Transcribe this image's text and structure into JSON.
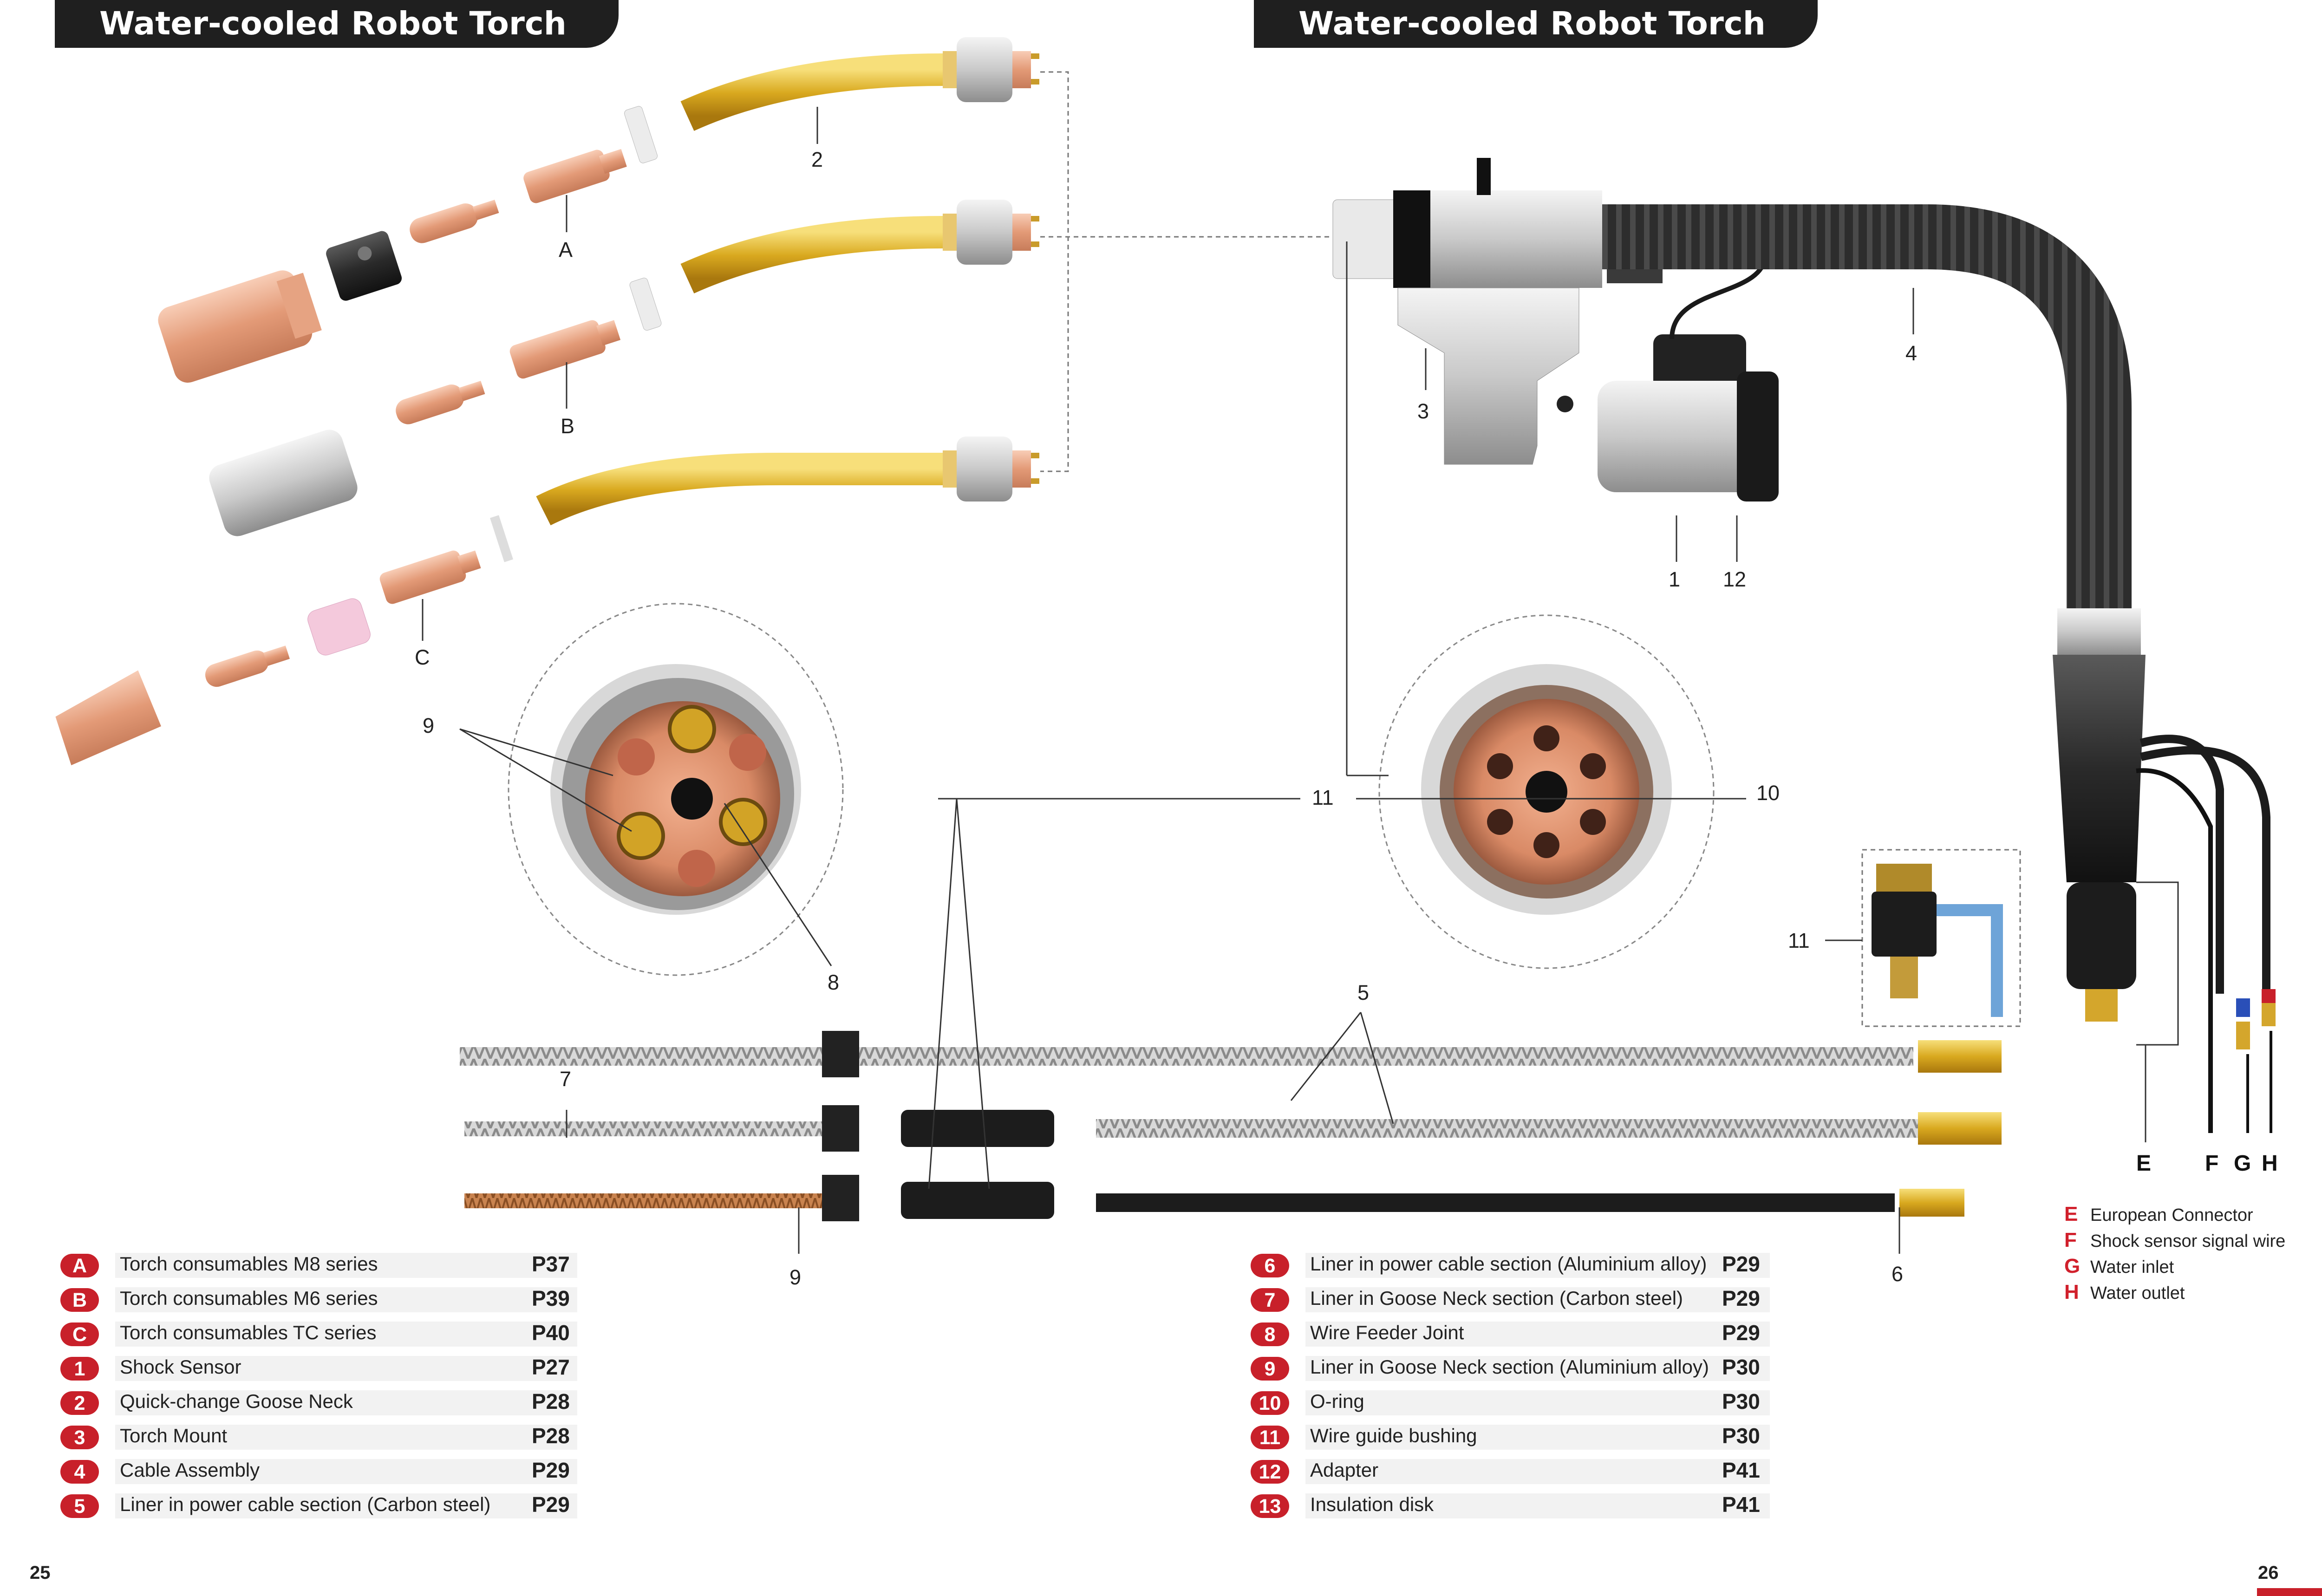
{
  "header": {
    "left_title": "Water-cooled Robot Torch",
    "right_title": "Water-cooled Robot Torch"
  },
  "callouts": {
    "n1": "1",
    "n2": "2",
    "n3": "3",
    "n4": "4",
    "n5": "5",
    "n6": "6",
    "n7": "7",
    "n8": "8",
    "n9a": "9",
    "n9b": "9",
    "n10": "10",
    "n11a": "11",
    "n11b": "11",
    "n12": "12",
    "la": "A",
    "lb": "B",
    "lc": "C",
    "le": "E",
    "lf": "F",
    "lg": "G",
    "lh": "H"
  },
  "parts_left": [
    {
      "code": "A",
      "name": "Torch consumables M8 series",
      "page": "P37"
    },
    {
      "code": "B",
      "name": "Torch consumables M6 series",
      "page": "P39"
    },
    {
      "code": "C",
      "name": "Torch consumables TC series",
      "page": "P40"
    },
    {
      "code": "1",
      "name": "Shock Sensor",
      "page": "P27"
    },
    {
      "code": "2",
      "name": "Quick-change Goose Neck",
      "page": "P28"
    },
    {
      "code": "3",
      "name": "Torch Mount",
      "page": "P28"
    },
    {
      "code": "4",
      "name": "Cable Assembly",
      "page": "P29"
    },
    {
      "code": "5",
      "name": "Liner in power cable section (Carbon steel)",
      "page": "P29"
    }
  ],
  "parts_right": [
    {
      "code": "6",
      "name": "Liner in power cable section (Aluminium alloy)",
      "page": "P29"
    },
    {
      "code": "7",
      "name": "Liner in Goose Neck section (Carbon steel)",
      "page": "P29"
    },
    {
      "code": "8",
      "name": "Wire Feeder Joint",
      "page": "P29"
    },
    {
      "code": "9",
      "name": "Liner in Goose Neck section (Aluminium alloy)",
      "page": "P30"
    },
    {
      "code": "10",
      "name": "O-ring",
      "page": "P30"
    },
    {
      "code": "11",
      "name": "Wire guide bushing",
      "page": "P30"
    },
    {
      "code": "12",
      "name": "Adapter",
      "page": "P41"
    },
    {
      "code": "13",
      "name": "Insulation disk",
      "page": "P41"
    }
  ],
  "connector_key": [
    {
      "letter": "E",
      "text": "European Connector"
    },
    {
      "letter": "F",
      "text": "Shock sensor signal wire"
    },
    {
      "letter": "G",
      "text": "Water inlet"
    },
    {
      "letter": "H",
      "text": "Water outlet"
    }
  ],
  "page_numbers": {
    "left": "25",
    "right": "26"
  },
  "colors": {
    "accent": "#c8202a",
    "header_bg": "#1f1f1f",
    "brass": "#e0b63a",
    "copper": "#e8a37f",
    "cable": "#2b2b2b"
  }
}
